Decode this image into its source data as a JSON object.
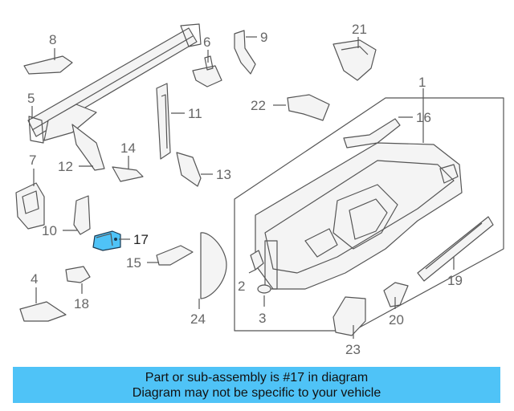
{
  "colors": {
    "highlight": "#4fc3f7",
    "line": "#555555",
    "banner_bg": "#4fc3f7"
  },
  "callouts": {
    "c1": "1",
    "c2": "2",
    "c3": "3",
    "c4": "4",
    "c5": "5",
    "c6": "6",
    "c7": "7",
    "c8": "8",
    "c9": "9",
    "c10": "10",
    "c11": "11",
    "c12": "12",
    "c13": "13",
    "c14": "14",
    "c15": "15",
    "c16": "16",
    "c17": "17",
    "c18": "18",
    "c19": "19",
    "c20": "20",
    "c21": "21",
    "c22": "22",
    "c23": "23",
    "c24": "24"
  },
  "highlighted_part": "17",
  "banner": {
    "line1": "Part or sub-assembly is #17 in diagram",
    "line2": "Diagram may not be specific to your vehicle"
  }
}
